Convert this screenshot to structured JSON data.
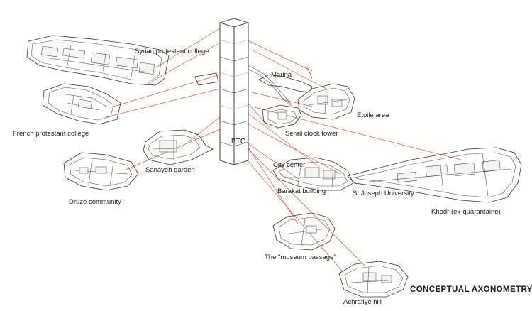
{
  "title": "CONCEPTUAL AXONOMETRY",
  "tower_label": "BTC",
  "labels": {
    "syrian": "Syrian protestant college",
    "french": "French protestant college",
    "sanayeh": "Sanayeh garden",
    "druze": "Druze community",
    "marina": "Marina",
    "etoile": "Etoile area",
    "serail": "Serail clock tower",
    "city_center": "City center",
    "barakat": "Barakat building",
    "st_joseph": "St Joseph University",
    "khodr": "Khodr (ex-quarantaine)",
    "museum": "The \"museum passage\"",
    "achrafiye": "Achrafiye hill"
  },
  "colors": {
    "link_line": "#e05555",
    "ink": "#333333",
    "background": "#fffffb"
  }
}
